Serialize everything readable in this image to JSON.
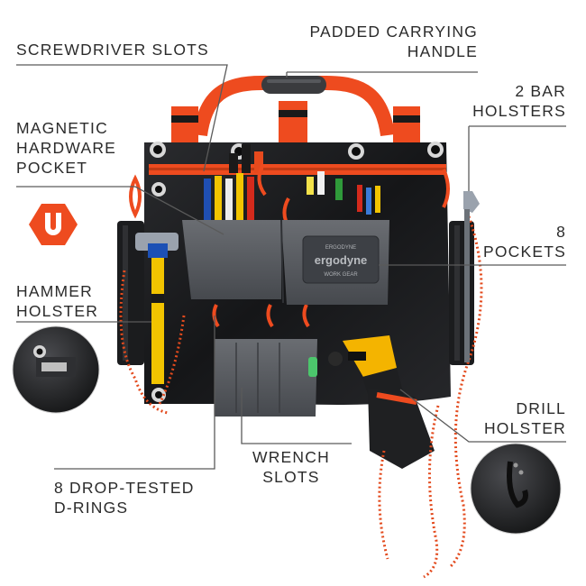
{
  "callouts": {
    "screwdriver_slots": [
      "SCREWDRIVER SLOTS"
    ],
    "padded_handle": [
      "PADDED CARRYING",
      "HANDLE"
    ],
    "bar_holsters": [
      "2 BAR",
      "HOLSTERS"
    ],
    "magnetic_pocket": [
      "MAGNETIC",
      "HARDWARE",
      "POCKET"
    ],
    "pockets": [
      "8",
      "POCKETS"
    ],
    "hammer_holster": [
      "HAMMER",
      "HOLSTER"
    ],
    "drill_holster": [
      "DRILL",
      "HOLSTER"
    ],
    "wrench_slots": [
      "WRENCH",
      "SLOTS"
    ],
    "d_rings": [
      "8 DROP-TESTED",
      "D-RINGS"
    ]
  },
  "brand_patch": [
    "ERGODYNE",
    "ergodyne",
    "WORK GEAR"
  ],
  "colors": {
    "text": "#2b2b2b",
    "line": "#5a5a5a",
    "accent_orange": "#ee4b1f",
    "body_black": "#1d1e20",
    "pocket_gray": "#55585d"
  },
  "icons": [
    "magnet-badge-icon"
  ]
}
